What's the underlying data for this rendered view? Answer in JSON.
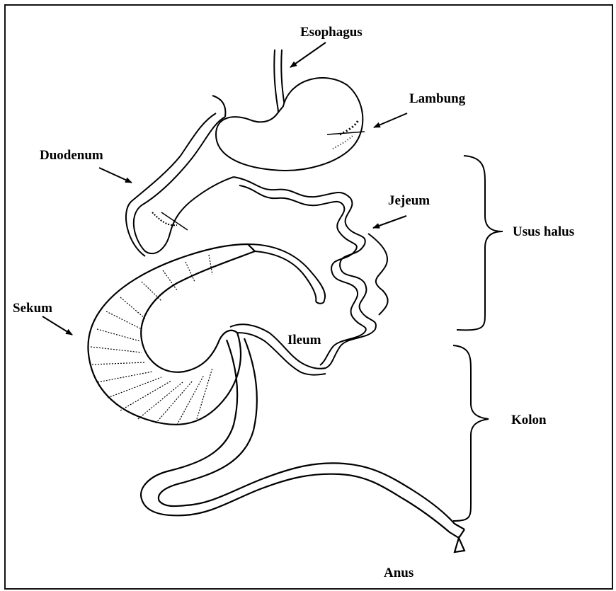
{
  "diagram": {
    "labels": {
      "esophagus": "Esophagus",
      "lambung": "Lambung",
      "duodenum": "Duodenum",
      "jejeum": "Jejeum",
      "usus_halus": "Usus halus",
      "sekum": "Sekum",
      "ileum": "Ileum",
      "kolon": "Kolon",
      "anus": "Anus"
    }
  }
}
